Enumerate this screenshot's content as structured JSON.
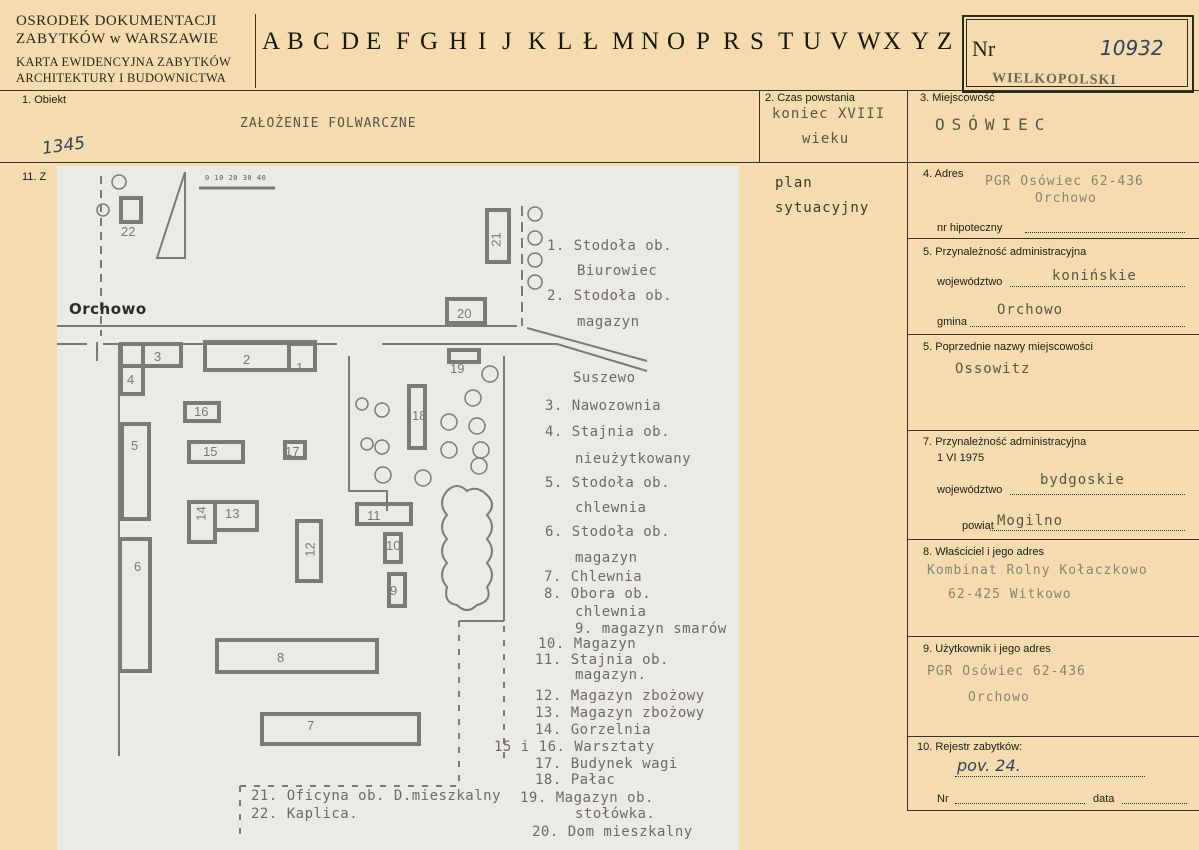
{
  "header": {
    "institution_line1": "OSRODEK DOKUMENTACJI",
    "institution_line2": "ZABYTKÓW w WARSZAWIE",
    "card_type_line1": "KARTA EWIDENCYJNA ZABYTKÓW",
    "card_type_line2": "ARCHITEKTURY I BUDOWNICTWA",
    "alphabet": [
      "A",
      "B",
      "C",
      "D",
      "E",
      "F",
      "G",
      "H",
      "I",
      "J",
      "K",
      "L",
      "Ł",
      "M",
      "N",
      "O",
      "P",
      "R",
      "S",
      "T",
      "U",
      "V",
      "W",
      "X",
      "Y",
      "Z"
    ],
    "nr_label": "Nr",
    "nr_value": "10932",
    "region_stamp": "WIELKOPOLSKI"
  },
  "row1": {
    "obiekt_label": "1. Obiekt",
    "obiekt_value": "ZAŁOŻENIE FOLWARCZNE",
    "obiekt_note": "1345",
    "czas_label": "2. Czas powstania",
    "czas_value_line1": "koniec XVIII",
    "czas_value_line2": "wieku",
    "miejscowosc_label": "3. Miejscowość",
    "miejscowosc_value": "OSÓWIEC"
  },
  "section11": {
    "label": "11. Z",
    "caption_line1": "plan",
    "caption_line2": "sytuacyjny"
  },
  "map": {
    "place_label": "Orchowo",
    "road_label": "Suszewo",
    "scale_label": "0 10 20 30 40",
    "buildings": [
      "1",
      "2",
      "3",
      "4",
      "5",
      "6",
      "7",
      "8",
      "9",
      "10",
      "11",
      "12",
      "13",
      "14",
      "15",
      "16",
      "17",
      "18",
      "19",
      "20",
      "21",
      "22"
    ],
    "legend": [
      "1. Stodoła ob.",
      "Biurowiec",
      "2. Stodoła ob.",
      "magazyn",
      "3. Nawozownia",
      "4. Stajnia ob.",
      "nieużytkowany",
      "5. Stodoła ob.",
      "chlewnia",
      "6. Stodoła ob.",
      "magazyn",
      "7. Chlewnia",
      "8. Obora ob.",
      "chlewnia",
      "9. magazyn smarów",
      "10. Magazyn",
      "11. Stajnia ob.",
      "magazyn.",
      "12. Magazyn zbożowy",
      "13. Magazyn zbożowy",
      "14. Gorzelnia",
      "15 i 16. Warsztaty",
      "17. Budynek wagi",
      "18. Pałac",
      "19. Magazyn ob.",
      "stołówka.",
      "20. Dom mieszkalny",
      "21. Oficyna ob. D.mieszkalny",
      "22. Kaplica."
    ]
  },
  "right": {
    "adres_label": "4. Adres",
    "adres_value_line1": "PGR Osówiec 62-436",
    "adres_value_line2": "Orchowo",
    "hipoteczny_label": "nr hipoteczny",
    "przyn1_label": "5. Przynależność administracyjna",
    "wojewodztwo_label": "województwo",
    "wojewodztwo1_value": "konińskie",
    "gmina_label": "gmina",
    "gmina_value": "Orchowo",
    "poprzednie_label": "5. Poprzednie nazwy miejscowości",
    "poprzednie_value": "Ossowitz",
    "przyn2_label": "7. Przynależność administracyjna",
    "przyn2_date": "1 VI 1975",
    "wojewodztwo2_value": "bydgoskie",
    "powiat_label": "powiat",
    "powiat_value": "Mogilno",
    "wlasciciel_label": "8. Właściciel i jego adres",
    "wlasciciel_line1": "Kombinat Rolny Kołaczkowo",
    "wlasciciel_line2": "62-425 Witkowo",
    "uzytkownik_label": "9. Użytkownik i jego adres",
    "uzytkownik_line1": "PGR Osówiec 62-436",
    "uzytkownik_line2": "Orchowo",
    "rejestr_label": "10. Rejestr zabytków:",
    "rejestr_value": "pov. 24.",
    "nr_label": "Nr",
    "data_label": "data"
  }
}
